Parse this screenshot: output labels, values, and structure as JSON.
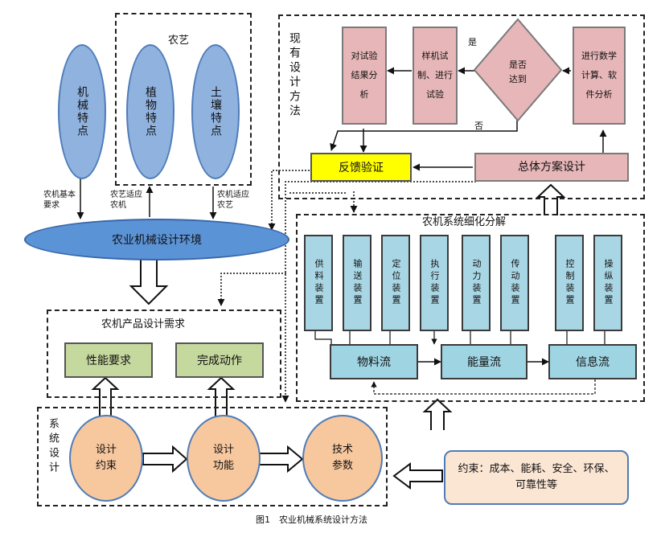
{
  "left_block": {
    "mech_traits": "机械特点",
    "agro_title": "农艺",
    "plant_traits": "植物特点",
    "soil_traits": "土壤特点",
    "label_mech_req": "农机基本要求",
    "label_agro_adapt": "农艺适应农机",
    "label_mech_adapt": "农机适应农艺",
    "env": "农业机械设计环境"
  },
  "existing_methods": {
    "title": "现有设计方法",
    "analysis": "对试验结果分析",
    "prototype": "样机试制、进行试验",
    "decision": "是否达到",
    "yes": "是",
    "no": "否",
    "calc": "进行数学计算、软件分析",
    "feedback": "反馈验证",
    "overall": "总体方案设计"
  },
  "decomposition": {
    "title": "农机系统细化分解",
    "devices": [
      "供料装置",
      "输送装置",
      "定位装置",
      "执行装置",
      "动力装置",
      "传动装置",
      "控制装置",
      "操纵装置"
    ],
    "material_flow": "物料流",
    "energy_flow": "能量流",
    "info_flow": "信息流"
  },
  "requirements": {
    "title": "农机产品设计需求",
    "performance": "性能要求",
    "action": "完成动作"
  },
  "system_design": {
    "title": "系统设计",
    "constraint": "设计约束",
    "function": "设计功能",
    "parameters": "技术参数"
  },
  "constraints_box": "约束：成本、能耗、安全、环保、可靠性等",
  "caption": "图1　农业机械系统设计方法"
}
